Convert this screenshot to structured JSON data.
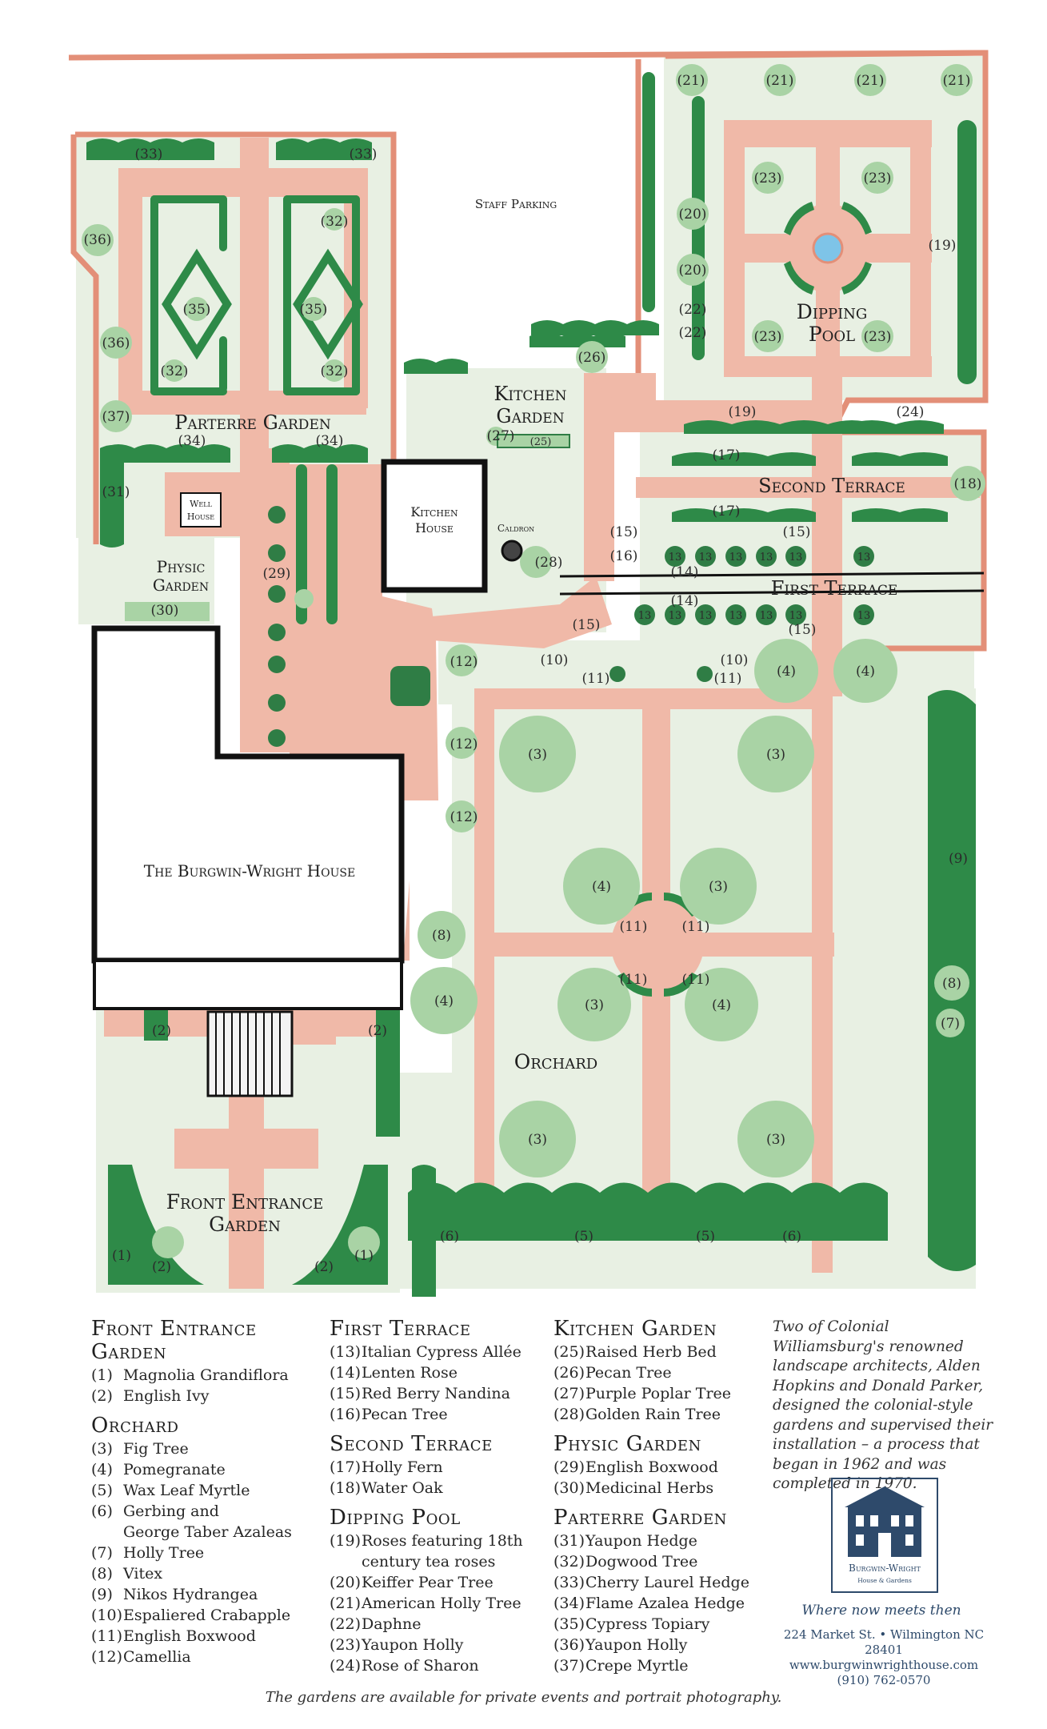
{
  "map": {
    "labels": {
      "staff_parking": "Staff Parking",
      "parterre_garden": "Parterre Garden",
      "kitchen_garden_l1": "Kitchen",
      "kitchen_garden_l2": "Garden",
      "dipping_pool_l1": "Dipping",
      "dipping_pool_l2": "Pool",
      "second_terrace": "Second Terrace",
      "first_terrace": "First Terrace",
      "well_house_l1": "Well",
      "well_house_l2": "House",
      "kitchen_house_l1": "Kitchen",
      "kitchen_house_l2": "House",
      "caldron": "Caldron",
      "physic_garden_l1": "Physic",
      "physic_garden_l2": "Garden",
      "house": "The Burgwin-Wright House",
      "orchard": "Orchard",
      "front_entrance_l1": "Front Entrance",
      "front_entrance_l2": "Garden"
    },
    "colors": {
      "lawn": "#e8f0e3",
      "path": "#f0b9a8",
      "wall": "#e38f78",
      "hedge": "#2e8a48",
      "tree_light": "#a9d3a5",
      "tree_dark": "#2f7d45",
      "building": "#111111",
      "pool": "#7ec4e8"
    }
  },
  "legend": {
    "front_entrance": {
      "title_l1": "Front Entrance",
      "title_l2": "Garden",
      "items": [
        {
          "n": "(1)",
          "t": "Magnolia Grandiflora"
        },
        {
          "n": "(2)",
          "t": "English Ivy"
        }
      ]
    },
    "orchard": {
      "title": "Orchard",
      "items": [
        {
          "n": "(3)",
          "t": "Fig Tree"
        },
        {
          "n": "(4)",
          "t": "Pomegranate"
        },
        {
          "n": "(5)",
          "t": "Wax Leaf Myrtle"
        },
        {
          "n": "(6)",
          "t": "Gerbing and"
        },
        {
          "n": "",
          "t": "George Taber Azaleas"
        },
        {
          "n": "(7)",
          "t": "Holly Tree"
        },
        {
          "n": "(8)",
          "t": "Vitex"
        },
        {
          "n": "(9)",
          "t": "Nikos Hydrangea"
        },
        {
          "n": "(10)",
          "t": "Espaliered Crabapple"
        },
        {
          "n": "(11)",
          "t": "English Boxwood"
        },
        {
          "n": "(12)",
          "t": "Camellia"
        }
      ]
    },
    "first_terrace": {
      "title": "First Terrace",
      "items": [
        {
          "n": "(13)",
          "t": "Italian Cypress Allée"
        },
        {
          "n": "(14)",
          "t": "Lenten Rose"
        },
        {
          "n": "(15)",
          "t": "Red Berry Nandina"
        },
        {
          "n": "(16)",
          "t": "Pecan Tree"
        }
      ]
    },
    "second_terrace": {
      "title": "Second Terrace",
      "items": [
        {
          "n": "(17)",
          "t": "Holly Fern"
        },
        {
          "n": "(18)",
          "t": "Water Oak"
        }
      ]
    },
    "dipping_pool": {
      "title": "Dipping Pool",
      "items": [
        {
          "n": "(19)",
          "t": "Roses featuring 18th"
        },
        {
          "n": "",
          "t": "century tea roses"
        },
        {
          "n": "(20)",
          "t": "Keiffer Pear Tree"
        },
        {
          "n": "(21)",
          "t": "American Holly Tree"
        },
        {
          "n": "(22)",
          "t": "Daphne"
        },
        {
          "n": "(23)",
          "t": "Yaupon Holly"
        },
        {
          "n": "(24)",
          "t": "Rose of Sharon"
        }
      ]
    },
    "kitchen_garden": {
      "title": "Kitchen Garden",
      "items": [
        {
          "n": "(25)",
          "t": "Raised Herb Bed"
        },
        {
          "n": "(26)",
          "t": "Pecan Tree"
        },
        {
          "n": "(27)",
          "t": "Purple Poplar Tree"
        },
        {
          "n": "(28)",
          "t": "Golden Rain Tree"
        }
      ]
    },
    "physic_garden": {
      "title": "Physic Garden",
      "items": [
        {
          "n": "(29)",
          "t": "English Boxwood"
        },
        {
          "n": "(30)",
          "t": "Medicinal Herbs"
        }
      ]
    },
    "parterre_garden": {
      "title": "Parterre Garden",
      "items": [
        {
          "n": "(31)",
          "t": "Yaupon Hedge"
        },
        {
          "n": "(32)",
          "t": "Dogwood Tree"
        },
        {
          "n": "(33)",
          "t": "Cherry Laurel Hedge"
        },
        {
          "n": "(34)",
          "t": "Flame Azalea Hedge"
        },
        {
          "n": "(35)",
          "t": "Cypress Topiary"
        },
        {
          "n": "(36)",
          "t": "Yaupon Holly"
        },
        {
          "n": "(37)",
          "t": "Crepe Myrtle"
        }
      ]
    }
  },
  "note": "Two of Colonial Williamsburg's renowned landscape architects, Alden Hopkins and Donald Parker, designed the colonial-style gardens and supervised their installation – a process that began in 1962 and was completed in 1970.",
  "logo": {
    "line1": "Burgwin-Wright",
    "line2": "House & Gardens"
  },
  "tagline": "Where now meets then",
  "address": {
    "line1": "224 Market St. • Wilmington NC 28401",
    "line2": "www.burgwinwrighthouse.com",
    "line3": "(910) 762-0570"
  },
  "footer": "The gardens are available for private events and portrait photography."
}
